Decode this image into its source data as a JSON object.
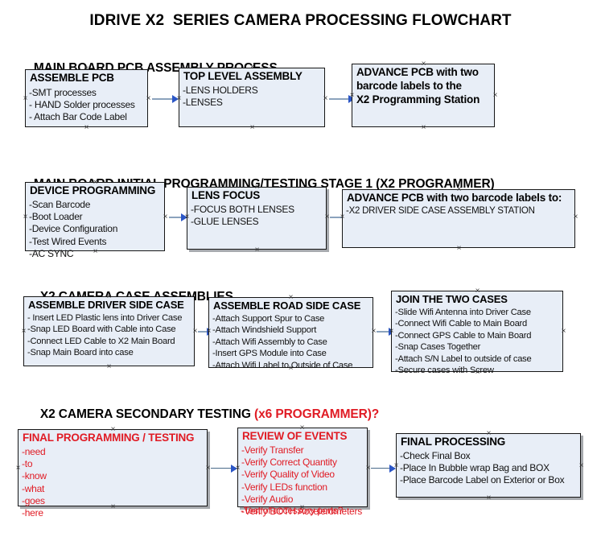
{
  "document": {
    "title": "IDRIVE X2  SERIES CAMERA PROCESSING FLOWCHART"
  },
  "sections": [
    {
      "heading": "MAIN BOARD PCB ASSEMBLY PROCESS",
      "heading_accent": "",
      "boxes": [
        {
          "title": "ASSEMBLE PCB",
          "items": [
            "-SMT processes",
            "- HAND Solder processes",
            "- Attach Bar Code Label"
          ]
        },
        {
          "title": "TOP LEVEL ASSEMBLY",
          "items": [
            "-LENS HOLDERS",
            "-LENSES"
          ]
        },
        {
          "title": "ADVANCE PCB with two",
          "items": [
            "barcode labels to the",
            " X2 Programming Station"
          ]
        }
      ]
    },
    {
      "heading": "MAIN BOARD INITIAL PROGRAMMING/TESTING STAGE 1 (X2 PROGRAMMER)",
      "heading_accent": "",
      "boxes": [
        {
          "title": "DEVICE PROGRAMMING",
          "items": [
            "-Scan Barcode",
            "-Boot Loader",
            "-Device Configuration",
            "-Test Wired Events",
            "-AC SYNC"
          ]
        },
        {
          "title": "LENS FOCUS",
          "items": [
            "-FOCUS BOTH LENSES",
            "-GLUE LENSES"
          ]
        },
        {
          "title": "ADVANCE PCB with two barcode labels to:",
          "items": [
            "-X2 DRIVER  SIDE  CASE  ASSEMBLY STATION"
          ]
        }
      ]
    },
    {
      "heading": "X2 CAMERA CASE ASSEMBLIES",
      "heading_accent": "",
      "boxes": [
        {
          "title": "ASSEMBLE DRIVER SIDE CASE",
          "items": [
            "- Insert LED Plastic lens into Driver Case",
            "-Snap LED Board with Cable into Case",
            "-Connect LED Cable to X2 Main Board",
            "-Snap Main Board into case"
          ]
        },
        {
          "title": "ASSEMBLE ROAD SIDE CASE",
          "items": [
            "-Attach Support Spur to Case",
            "-Attach Windshield Support",
            "-Attach Wifi Assembly to Case",
            "-Insert GPS Module into Case",
            "-Attach Wifi Label to Outside of Case"
          ]
        },
        {
          "title": "JOIN THE TWO CASES",
          "items": [
            "-Slide Wifi Antenna into Driver Case",
            "-Connect Wifi Cable to Main Board",
            "-Connect GPS Cable to Main Board",
            "-Snap Cases Together",
            "-Attach S/N Label to outside of case",
            "-Secure cases with Screw"
          ]
        }
      ]
    },
    {
      "heading": "X2 CAMERA SECONDARY TESTING ",
      "heading_accent": "(x6 PROGRAMMER)?",
      "boxes": [
        {
          "title": "FINAL PROGRAMMING / TESTING",
          "items": [
            "-need",
            "-to",
            "-know",
            "-what",
            "-goes",
            "-here"
          ]
        },
        {
          "title": "REVIEW OF EVENTS",
          "items": [
            "-Verify Transfer",
            "-Verify Correct Quantity",
            "-Verify Quality of Video",
            "-Verify LEDs function",
            "-Verify Audio",
            "-Verify BOTH Accelerometers"
          ],
          "overflow_item": "-Test of accessory ports?"
        },
        {
          "title": "FINAL PROCESSING",
          "items": [
            " -Check Final Box",
            "-Place In Bubble wrap Bag and BOX",
            "-Place Barcode Label on Exterior or Box"
          ]
        }
      ]
    }
  ],
  "colors": {
    "box_fill": "#e8eef7",
    "box_border": "#161616",
    "accent_red": "#e01b24",
    "arrow": "#8ba3bd",
    "arrowhead": "#2b56c6",
    "text": "#111111"
  }
}
